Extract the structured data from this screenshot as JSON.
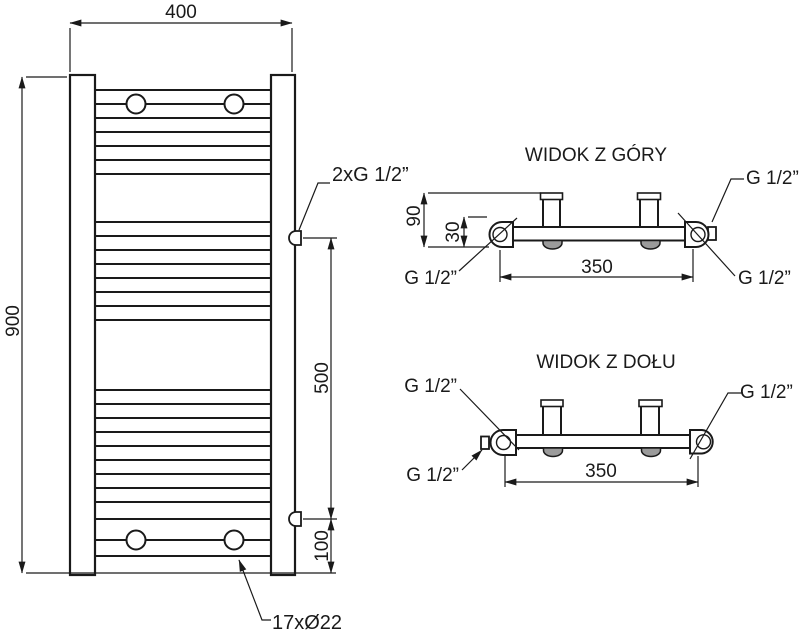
{
  "front_view": {
    "dim_width": "400",
    "dim_height": "900",
    "dim_connection_spacing": "500",
    "dim_connection_to_bottom": "100",
    "side_connections_label": "2xG 1/2”",
    "tubes_label": "17xØ22"
  },
  "top_view": {
    "title": "WIDOK Z GÓRY",
    "dim_depth": "90",
    "dim_offset": "30",
    "dim_connections_spacing": "350",
    "connection_right_top_label": "G 1/2”",
    "connection_right_bottom_label": "G 1/2”",
    "connection_left_bottom_label": "G 1/2”"
  },
  "bottom_view": {
    "title": "WIDOK Z DOŁU",
    "dim_connections_spacing": "350",
    "connection_left_top_label": "G 1/2”",
    "connection_left_bottom_label": "G 1/2”",
    "connection_right_label": "G 1/2”"
  },
  "colors": {
    "line": "#1a1a1a",
    "fill": "#ffffff",
    "shade": "#9b9b9b"
  }
}
